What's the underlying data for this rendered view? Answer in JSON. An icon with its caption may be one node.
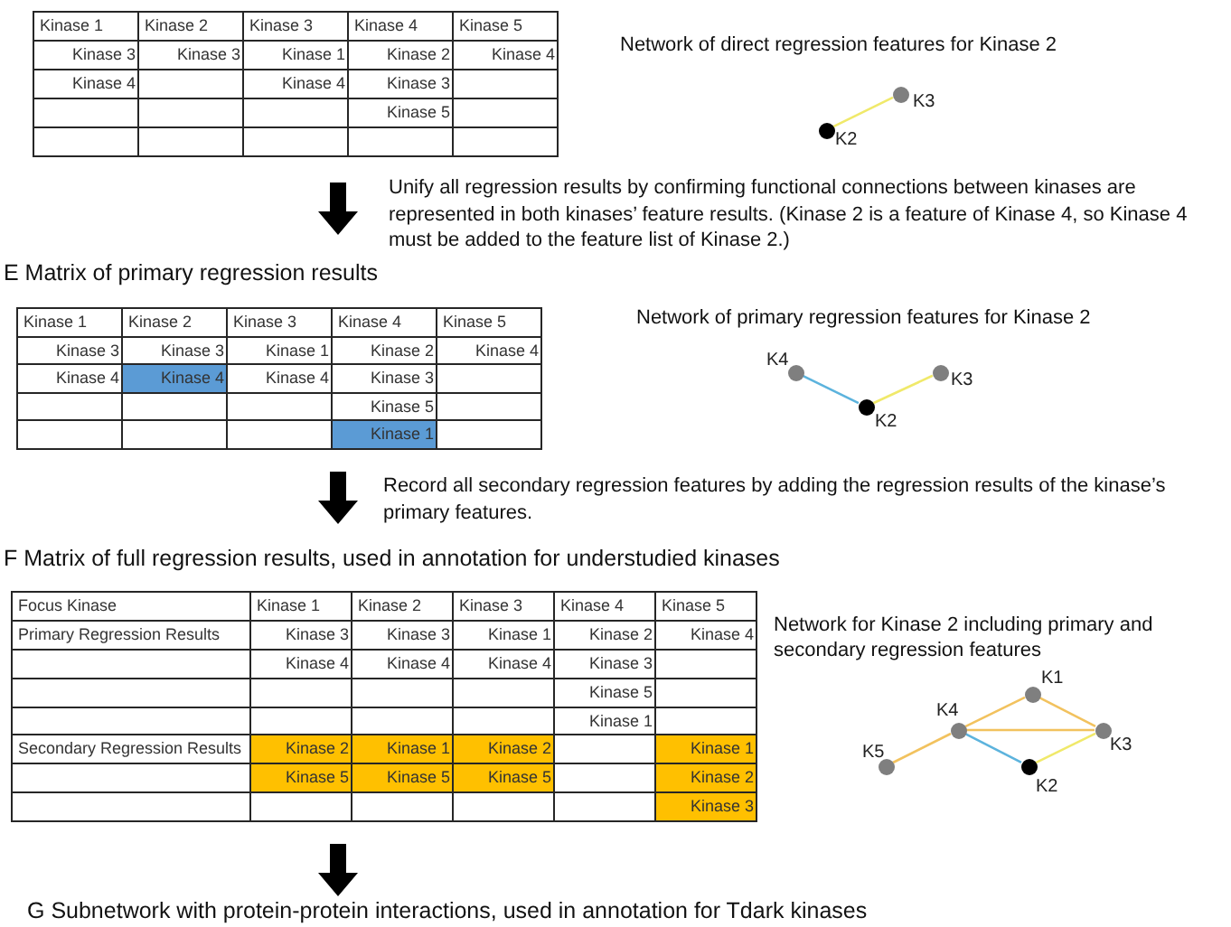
{
  "diagram": {
    "nodes": [
      {
        "text": [],
        "shape": "circle",
        "beside": [
          "K3"
        ]
      },
      {
        "text": [],
        "shape": "circle",
        "beside": [
          "K2"
        ]
      },
      {
        "text": [],
        "shape": "circle",
        "beside": [
          "K4"
        ]
      },
      {
        "text": [],
        "shape": "circle",
        "beside": [
          "K3"
        ]
      },
      {
        "text": [],
        "shape": "circle",
        "beside": [
          "K2"
        ]
      },
      {
        "text": [],
        "shape": "circle",
        "beside": [
          "K1"
        ]
      },
      {
        "text": [],
        "shape": "circle",
        "beside": [
          "K4"
        ]
      },
      {
        "text": [],
        "shape": "circle",
        "beside": [
          "K5"
        ]
      },
      {
        "text": [],
        "shape": "circle",
        "beside": [
          "K3"
        ]
      },
      {
        "text": [],
        "shape": "circle",
        "beside": [
          "K2"
        ]
      }
    ],
    "edges": [
      {
        "from": 1,
        "to": 0,
        "arrow": "none",
        "color": "#f0e96a"
      },
      {
        "from": 2,
        "to": 4,
        "arrow": "none",
        "color": "#5cb3dd"
      },
      {
        "from": 4,
        "to": 3,
        "arrow": "none",
        "color": "#f0e96a"
      },
      {
        "from": 7,
        "to": 6,
        "arrow": "none",
        "color": "#f2c25e"
      },
      {
        "from": 6,
        "to": 5,
        "arrow": "none",
        "color": "#f2c25e"
      },
      {
        "from": 5,
        "to": 8,
        "arrow": "none",
        "color": "#f2c25e"
      },
      {
        "from": 6,
        "to": 8,
        "arrow": "none",
        "color": "#f2c25e"
      },
      {
        "from": 6,
        "to": 9,
        "arrow": "none",
        "color": "#5cb3dd"
      },
      {
        "from": 9,
        "to": 8,
        "arrow": "none",
        "color": "#f0e96a"
      }
    ],
    "labels": [
      "Kinase 1",
      "Kinase 2",
      "Kinase 3",
      "Kinase 4",
      "Kinase 5",
      "Kinase 3",
      "Kinase 3",
      "Kinase 1",
      "Kinase 2",
      "Kinase 4",
      "Kinase 4",
      "Kinase 4",
      "Kinase 3",
      "Kinase 5",
      "Network of direct regression features for Kinase 2",
      "Unify all regression results by confirming functional connections between kinases are represented in both kinases’ feature results. (Kinase 2 is a feature of Kinase 4, so Kinase 4 must be added to the feature list of Kinase 2.)",
      "E Matrix of primary regression results",
      "Kinase 1",
      "Kinase 2",
      "Kinase 3",
      "Kinase 4",
      "Kinase 5",
      "Kinase 3",
      "Kinase 3",
      "Kinase 1",
      "Kinase 2",
      "Kinase 4",
      "Kinase 4",
      "Kinase 4",
      "Kinase 4",
      "Kinase 3",
      "Kinase 5",
      "Kinase 1",
      "Network of primary regression features for Kinase 2",
      "Record all secondary regression features by adding the regression results of the kinase’s primary features.",
      "F Matrix of full regression results, used in annotation for understudied kinases",
      "Focus Kinase",
      "Kinase 1",
      "Kinase 2",
      "Kinase 3",
      "Kinase 4",
      "Kinase 5",
      "Primary Regression Results",
      "Kinase 3",
      "Kinase 3",
      "Kinase 1",
      "Kinase 2",
      "Kinase 4",
      "Kinase 4",
      "Kinase 4",
      "Kinase 4",
      "Kinase 3",
      "Kinase 5",
      "Kinase 1",
      "Secondary Regression Results",
      "Kinase 2",
      "Kinase 1",
      "Kinase 2",
      "Kinase 1",
      "Kinase 5",
      "Kinase 5",
      "Kinase 5",
      "Kinase 2",
      "Kinase 3",
      "Network for Kinase 2 including primary and secondary regression features",
      "G Subnetwork with protein-protein interactions, used in annotation for Tdark kinases"
    ]
  }
}
